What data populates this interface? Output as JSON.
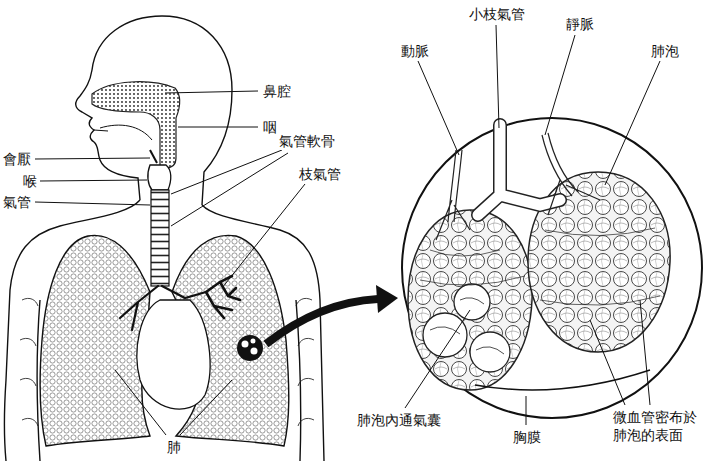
{
  "diagram": {
    "labels": [
      "鼻腔",
      "咽",
      "會厭",
      "氣管軟骨",
      "喉",
      "枝氣管",
      "氣管",
      "肺",
      "動脈",
      "小枝氣管",
      "靜脈",
      "肺泡",
      "肺泡內通氣囊",
      "胸膜",
      "微血管密布於 肺泡的表面"
    ]
  }
}
